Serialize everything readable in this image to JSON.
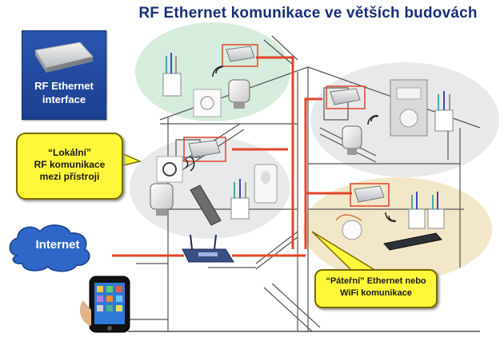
{
  "title": "RF Ethernet komunikace ve větších budovách",
  "rf_interface": {
    "line1": "RF Ethernet",
    "line2": "interface"
  },
  "local_bubble": {
    "line1": "“Lokální”",
    "line2": "RF komunikace",
    "line3": "mezi přístroji"
  },
  "backbone_bubble": {
    "line1": "“Páteřní” Ethernet nebo",
    "line2": "WiFi komunikace"
  },
  "internet_label": "Internet",
  "colors": {
    "title": "#1a2f7a",
    "ethernet_line": "#e2452a",
    "bubble_fill": "#fff83a",
    "zone_green": "#cfe9d6",
    "zone_grey": "#e4e7e9",
    "zone_beige": "#f2e6c6",
    "cloud": "#2f67c8",
    "interface_box": "#1c3f8f"
  },
  "icons": [
    "router-icon",
    "smartphone-icon",
    "cloud-icon",
    "thermostat-icon",
    "radiator-valve-icon",
    "relay-module-icon",
    "wall-switch-icon",
    "remote-control-icon",
    "sensor-icon",
    "rf-wave-icon",
    "ethernet-gateway-icon"
  ]
}
